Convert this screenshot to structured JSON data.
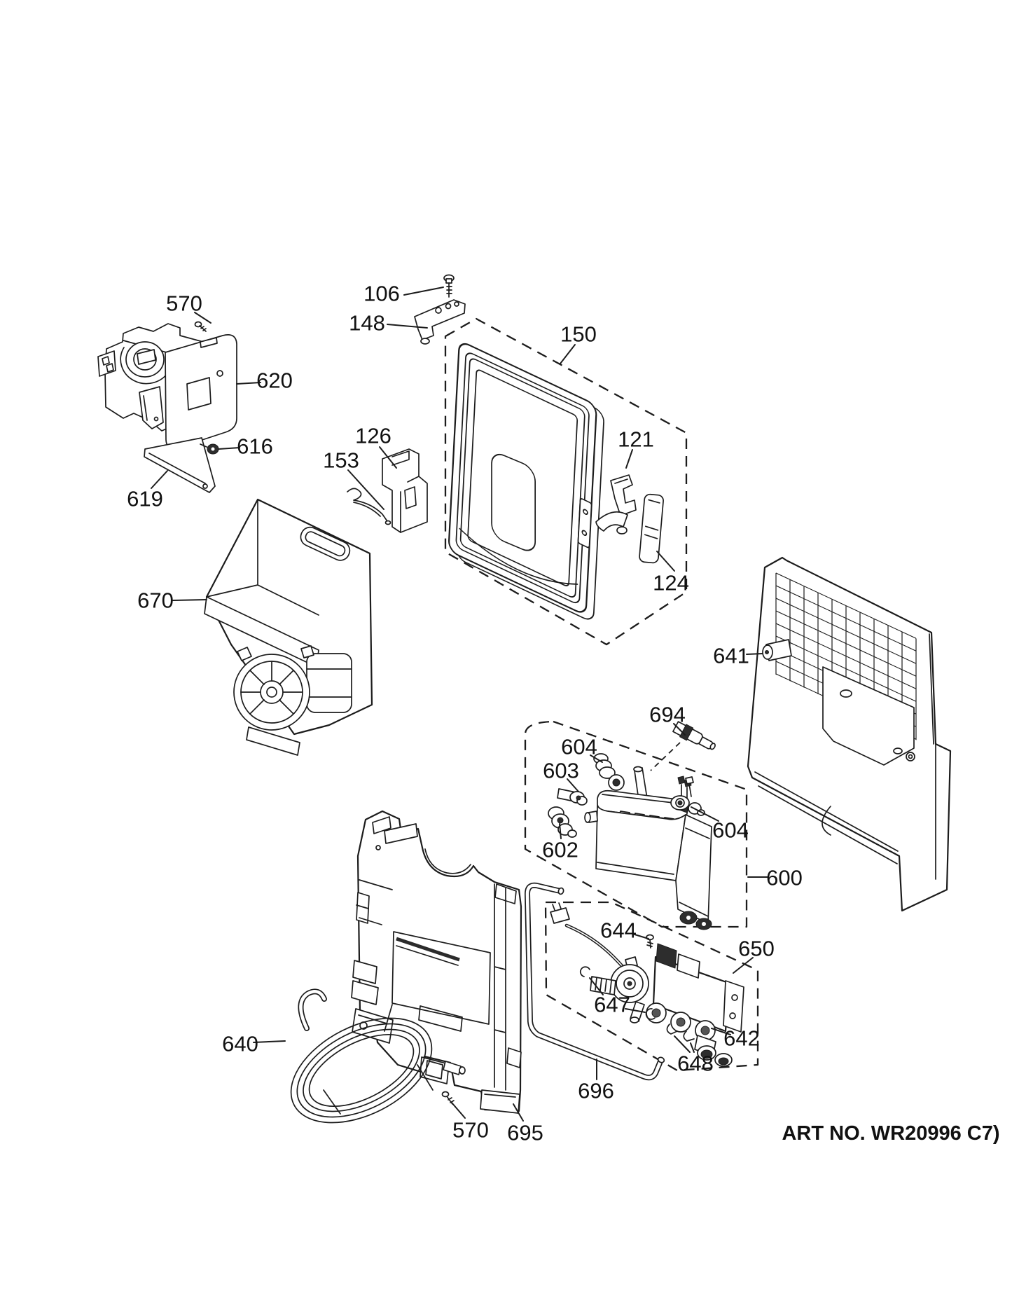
{
  "page": {
    "background": "#ffffff",
    "line_color": "#1c1c1c",
    "type": "exploded-parts-diagram"
  },
  "diagram": {
    "callouts": [
      {
        "id": "570-top",
        "text": "570"
      },
      {
        "id": "106",
        "text": "106"
      },
      {
        "id": "148",
        "text": "148"
      },
      {
        "id": "150",
        "text": "150"
      },
      {
        "id": "620",
        "text": "620"
      },
      {
        "id": "126",
        "text": "126"
      },
      {
        "id": "153",
        "text": "153"
      },
      {
        "id": "121",
        "text": "121"
      },
      {
        "id": "616",
        "text": "616"
      },
      {
        "id": "619",
        "text": "619"
      },
      {
        "id": "124",
        "text": "124"
      },
      {
        "id": "670",
        "text": "670"
      },
      {
        "id": "641",
        "text": "641"
      },
      {
        "id": "694",
        "text": "694"
      },
      {
        "id": "604-upper",
        "text": "604"
      },
      {
        "id": "603",
        "text": "603"
      },
      {
        "id": "602",
        "text": "602"
      },
      {
        "id": "604-right",
        "text": "604"
      },
      {
        "id": "600",
        "text": "600"
      },
      {
        "id": "644",
        "text": "644"
      },
      {
        "id": "650",
        "text": "650"
      },
      {
        "id": "647",
        "text": "647"
      },
      {
        "id": "642",
        "text": "642"
      },
      {
        "id": "648",
        "text": "648"
      },
      {
        "id": "696",
        "text": "696"
      },
      {
        "id": "640",
        "text": "640"
      },
      {
        "id": "570-bottom",
        "text": "570"
      },
      {
        "id": "695",
        "text": "695"
      }
    ],
    "footer": {
      "art_no": "ART NO. WR20996 C7)"
    }
  }
}
